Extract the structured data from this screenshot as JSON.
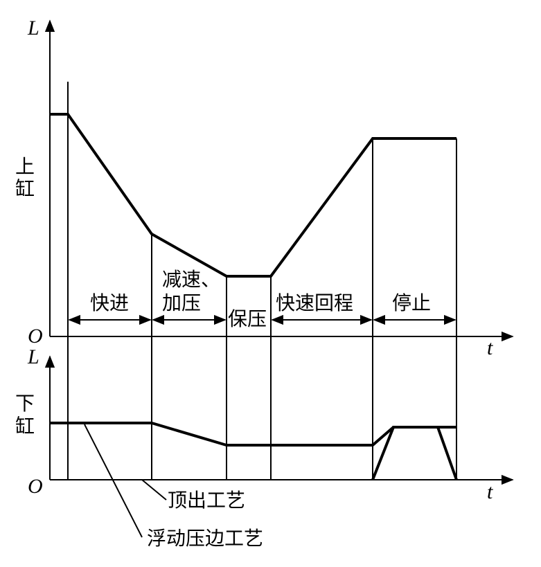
{
  "labels": {
    "upper_axis_y": "L",
    "upper_origin": "O",
    "upper_axis_t": "t",
    "upper_side_1": "上",
    "upper_side_2": "缸",
    "lower_axis_y": "L",
    "lower_origin": "O",
    "lower_axis_t": "t",
    "lower_side_1": "下",
    "lower_side_2": "缸"
  },
  "phases": {
    "fast_advance": "快进",
    "decel_line1": "减速、",
    "decel_line2": "加压",
    "hold": "保压",
    "fast_return": "快速回程",
    "stop": "停止"
  },
  "callouts": {
    "ejection": "顶出工艺",
    "floating": "浮动压边工艺"
  },
  "colors": {
    "ink": "#000000",
    "background": "#ffffff"
  }
}
